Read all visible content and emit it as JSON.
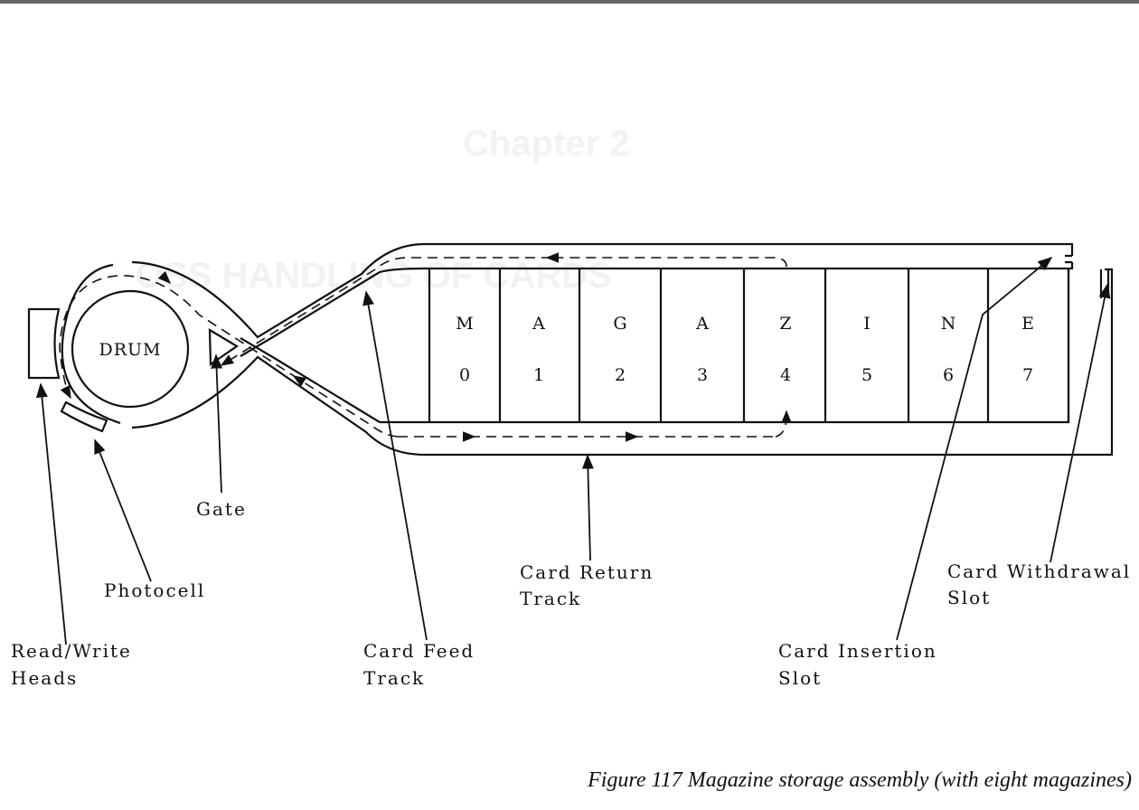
{
  "drum": {
    "label": "DRUM"
  },
  "magazines": [
    {
      "letter": "M",
      "number": "0"
    },
    {
      "letter": "A",
      "number": "1"
    },
    {
      "letter": "G",
      "number": "2"
    },
    {
      "letter": "A",
      "number": "3"
    },
    {
      "letter": "Z",
      "number": "4"
    },
    {
      "letter": "I",
      "number": "5"
    },
    {
      "letter": "N",
      "number": "6"
    },
    {
      "letter": "E",
      "number": "7"
    }
  ],
  "labels": {
    "gate": "Gate",
    "photocell": "Photocell",
    "read_write_1": "Read/Write",
    "read_write_2": "Heads",
    "card_feed_1": "Card Feed",
    "card_feed_2": "Track",
    "card_return_1": "Card Return",
    "card_return_2": "Track",
    "card_insertion_1": "Card Insertion",
    "card_insertion_2": "Slot",
    "card_withdrawal_1": "Card Withdrawal",
    "card_withdrawal_2": "Slot"
  },
  "caption": "Figure 117 Magazine storage assembly (with eight magazines)"
}
